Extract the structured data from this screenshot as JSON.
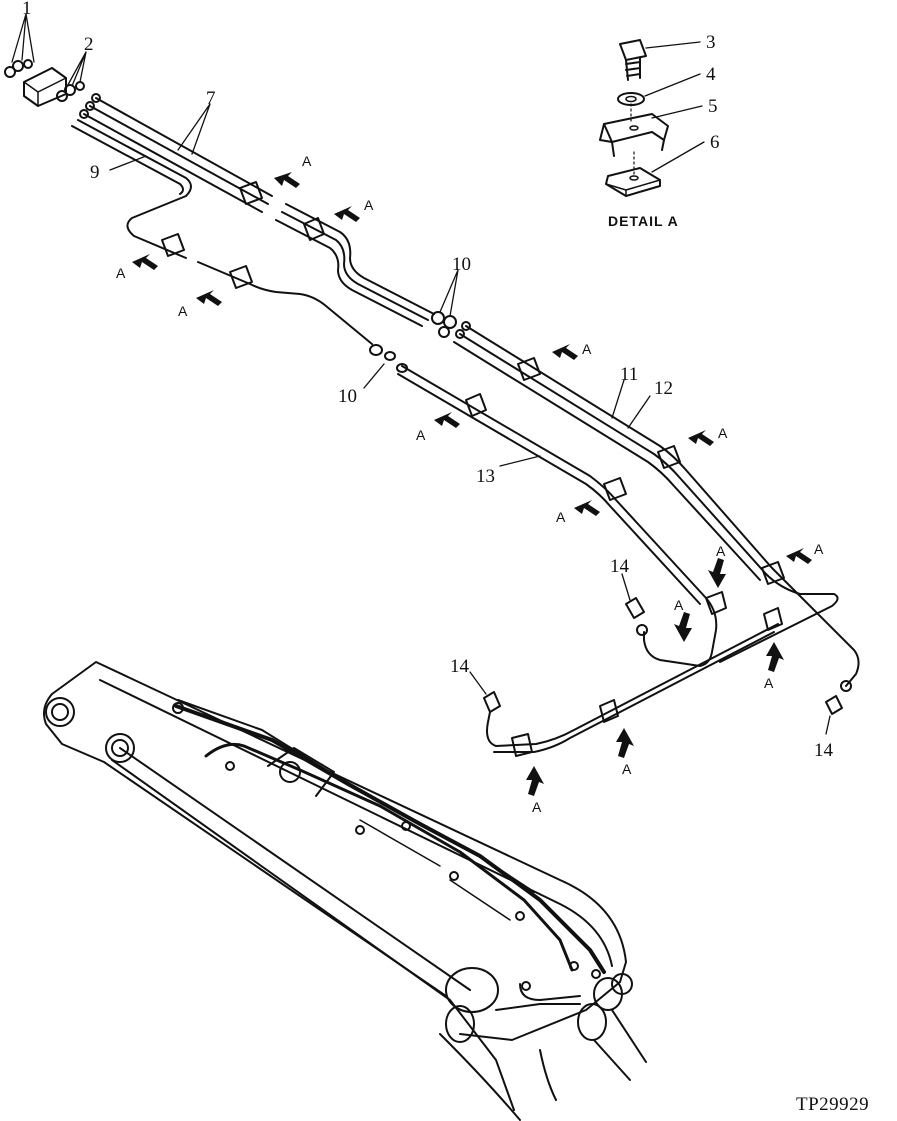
{
  "detail": {
    "title": "DETAIL A",
    "parts": [
      "3",
      "4",
      "5",
      "6"
    ]
  },
  "callouts": {
    "c1": "1",
    "c2": "2",
    "c3": "3",
    "c4": "4",
    "c5": "5",
    "c6": "6",
    "c7": "7",
    "c9": "9",
    "c10a": "10",
    "c10b": "10",
    "c11": "11",
    "c12": "12",
    "c13": "13",
    "c14a": "14",
    "c14b": "14",
    "c14c": "14"
  },
  "arrow_label": "A",
  "reference": "TP29929"
}
